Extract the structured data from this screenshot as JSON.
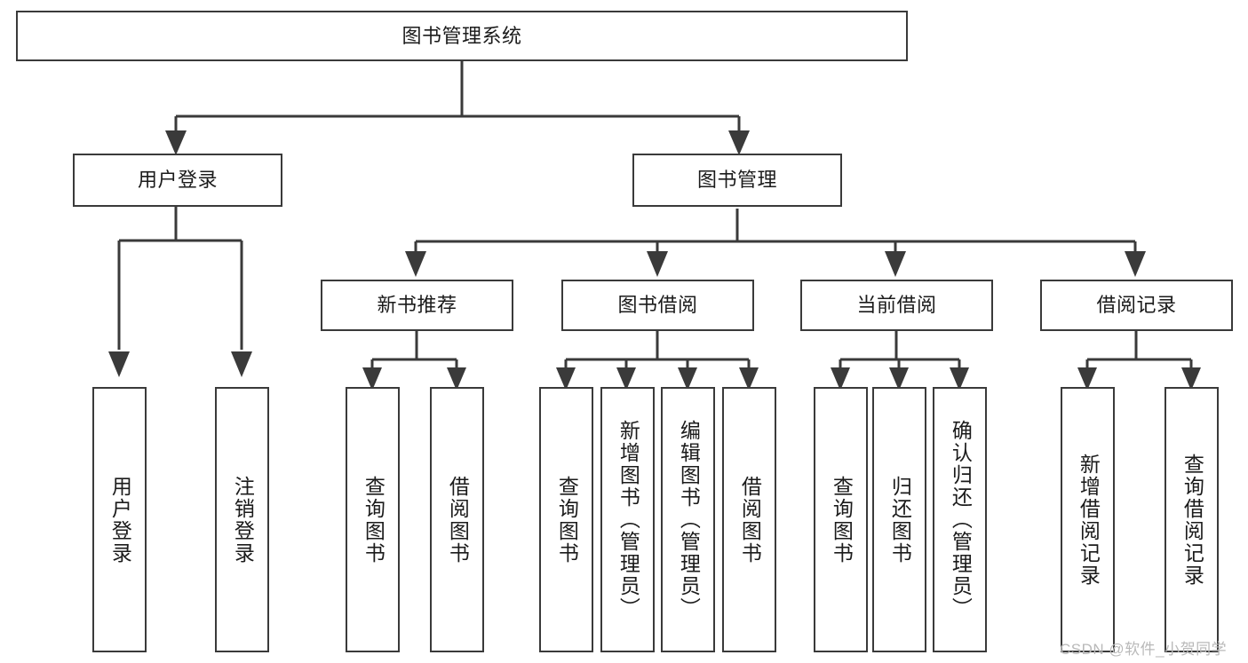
{
  "diagram": {
    "type": "tree-hierarchy",
    "orientation": "top-down",
    "root": {
      "id": "root",
      "label": "图书管理系统"
    },
    "level1": [
      {
        "id": "user-login",
        "label": "用户登录"
      },
      {
        "id": "book-management",
        "label": "图书管理"
      }
    ],
    "level2": [
      {
        "id": "new-book-recommend",
        "label": "新书推荐",
        "parent": "book-management"
      },
      {
        "id": "book-borrow",
        "label": "图书借阅",
        "parent": "book-management"
      },
      {
        "id": "current-borrow",
        "label": "当前借阅",
        "parent": "book-management"
      },
      {
        "id": "borrow-record",
        "label": "借阅记录",
        "parent": "book-management"
      }
    ],
    "leaves": {
      "user_login": [
        {
          "id": "leaf-user-login",
          "label": "用户登录"
        },
        {
          "id": "leaf-user-logout",
          "label": "注销登录"
        }
      ],
      "new_book_recommend": [
        {
          "id": "leaf-query-book-1",
          "label": "查询图书"
        },
        {
          "id": "leaf-borrow-book-1",
          "label": "借阅图书"
        }
      ],
      "book_borrow": [
        {
          "id": "leaf-query-book-2",
          "label": "查询图书"
        },
        {
          "id": "leaf-add-book",
          "label": "新增图书（管理员）"
        },
        {
          "id": "leaf-edit-book",
          "label": "编辑图书（管理员）"
        },
        {
          "id": "leaf-borrow-book-2",
          "label": "借阅图书"
        }
      ],
      "current_borrow": [
        {
          "id": "leaf-query-book-3",
          "label": "查询图书"
        },
        {
          "id": "leaf-return-book",
          "label": "归还图书"
        },
        {
          "id": "leaf-confirm-return",
          "label": "确认归还（管理员）"
        }
      ],
      "borrow_record": [
        {
          "id": "leaf-add-record",
          "label": "新增借阅记录"
        },
        {
          "id": "leaf-query-record",
          "label": "查询借阅记录"
        }
      ]
    },
    "colors": {
      "stroke": "#3a3a3a",
      "fill": "#ffffff",
      "text": "#1b1b1b",
      "watermark": "#b9b9b9"
    }
  },
  "watermark": {
    "text": "CSDN @软件_小贺同学"
  }
}
